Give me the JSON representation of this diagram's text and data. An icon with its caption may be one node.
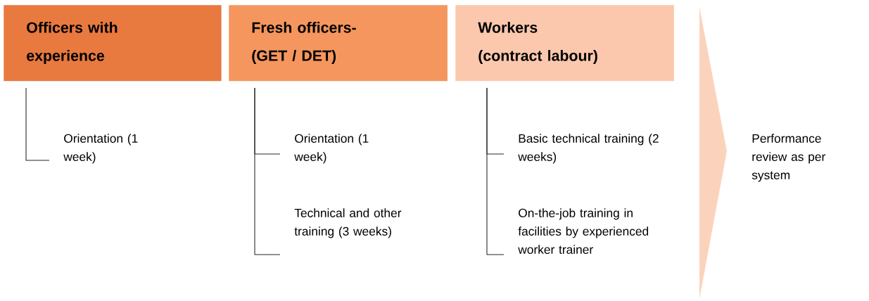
{
  "diagram": {
    "nodes": [
      {
        "text": [
          "Officers with experience"
        ]
      },
      {
        "text": [
          "Fresh officers- (GET / DET)"
        ]
      },
      {
        "text": [
          "Workers (contract labour)"
        ]
      },
      {
        "text": [
          "Orientation (1 week)"
        ]
      },
      {
        "text": [
          "Orientation (1 week)"
        ]
      },
      {
        "text": [
          "Technical and other training (3 weeks)"
        ]
      },
      {
        "text": [
          "Basic technical training (2 weeks)"
        ]
      },
      {
        "text": [
          "On-the-job training in facilities by experienced worker trainer"
        ]
      },
      {
        "text": [],
        "shape": "arrow"
      }
    ],
    "edges": [
      {
        "from": 0,
        "to": 3,
        "arrow": "none"
      },
      {
        "from": 1,
        "to": 4,
        "arrow": "none"
      },
      {
        "from": 1,
        "to": 5,
        "arrow": "none"
      },
      {
        "from": 2,
        "to": 6,
        "arrow": "none"
      },
      {
        "from": 2,
        "to": 7,
        "arrow": "none"
      }
    ],
    "labels": [
      "Performance review as per system"
    ]
  }
}
